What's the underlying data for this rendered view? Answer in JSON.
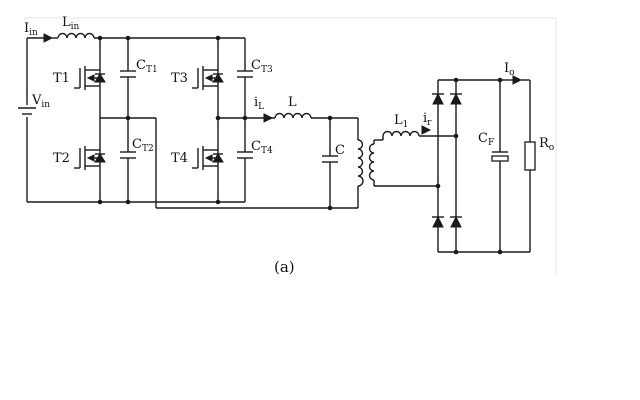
{
  "labels": {
    "input_current": {
      "main": "I",
      "sub": "in"
    },
    "input_inductor": {
      "main": "L",
      "sub": "in"
    },
    "source": {
      "main": "V",
      "sub": "in"
    },
    "t1": "T1",
    "t2": "T2",
    "t3": "T3",
    "t4": "T4",
    "ct1": {
      "main": "C",
      "sub": "T1"
    },
    "ct2": {
      "main": "C",
      "sub": "T2"
    },
    "ct3": {
      "main": "C",
      "sub": "T3"
    },
    "ct4": {
      "main": "C",
      "sub": "T4"
    },
    "il": {
      "main": "i",
      "sub": "L"
    },
    "l": "L",
    "c": "C",
    "l1": {
      "main": "L",
      "sub": "1"
    },
    "ir": {
      "main": "i",
      "sub": "r"
    },
    "io": {
      "main": "I",
      "sub": "o"
    },
    "cf": {
      "main": "C",
      "sub": "F"
    },
    "ro": {
      "main": "R",
      "sub": "o"
    }
  },
  "caption": "(a)"
}
